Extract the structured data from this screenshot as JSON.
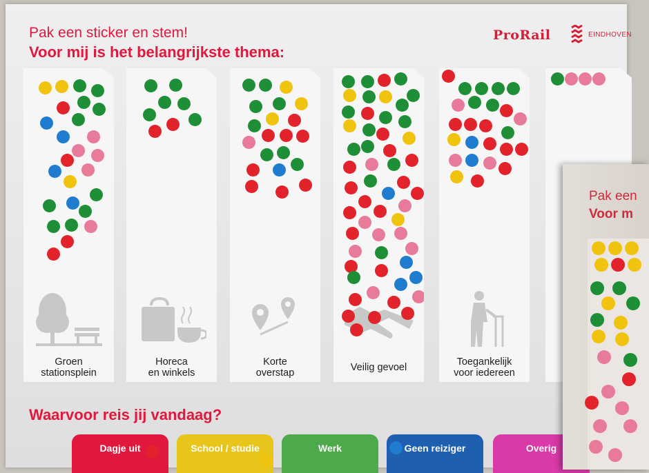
{
  "board": {
    "heading_line1": "Pak een sticker en stem!",
    "heading_line2": "Voor mij is het belangrijkste thema:",
    "logo_prorail": "ProRail",
    "logo_eindhoven": "EINDHOVEN",
    "brand_color": "#e0183d"
  },
  "themes": [
    {
      "label_line1": "Groen",
      "label_line2": "stationsplein",
      "icon": "tree-bench-icon"
    },
    {
      "label_line1": "Horeca",
      "label_line2": "en winkels",
      "icon": "shopping-bag-cup-icon"
    },
    {
      "label_line1": "Korte",
      "label_line2": "overstap",
      "icon": "map-pins-icon"
    },
    {
      "label_line1": "Veilig gevoel",
      "label_line2": "",
      "icon": "handshake-icon"
    },
    {
      "label_line1": "Toegankelijk",
      "label_line2": "voor iedereen",
      "icon": "walker-person-icon"
    },
    {
      "label_line1": "",
      "label_line2": "",
      "icon": ""
    }
  ],
  "sticker_colors": {
    "red": "#e2232b",
    "green": "#1f8f37",
    "yellow": "#f0c30f",
    "blue": "#1f7ccf",
    "pink": "#e87a9a"
  },
  "question": "Waarvoor reis jij vandaag?",
  "options": [
    {
      "label": "Dagje uit",
      "color": "#e0183d"
    },
    {
      "label": "School / studie",
      "color": "#e7c51a"
    },
    {
      "label": "Werk",
      "color": "#4caa4a"
    },
    {
      "label": "Geen reiziger",
      "color": "#1f5fb0"
    },
    {
      "label": "Overig",
      "color": "#d93aa8"
    }
  ],
  "second_board": {
    "heading_line1": "Pak een",
    "heading_line2": "Voor m"
  }
}
